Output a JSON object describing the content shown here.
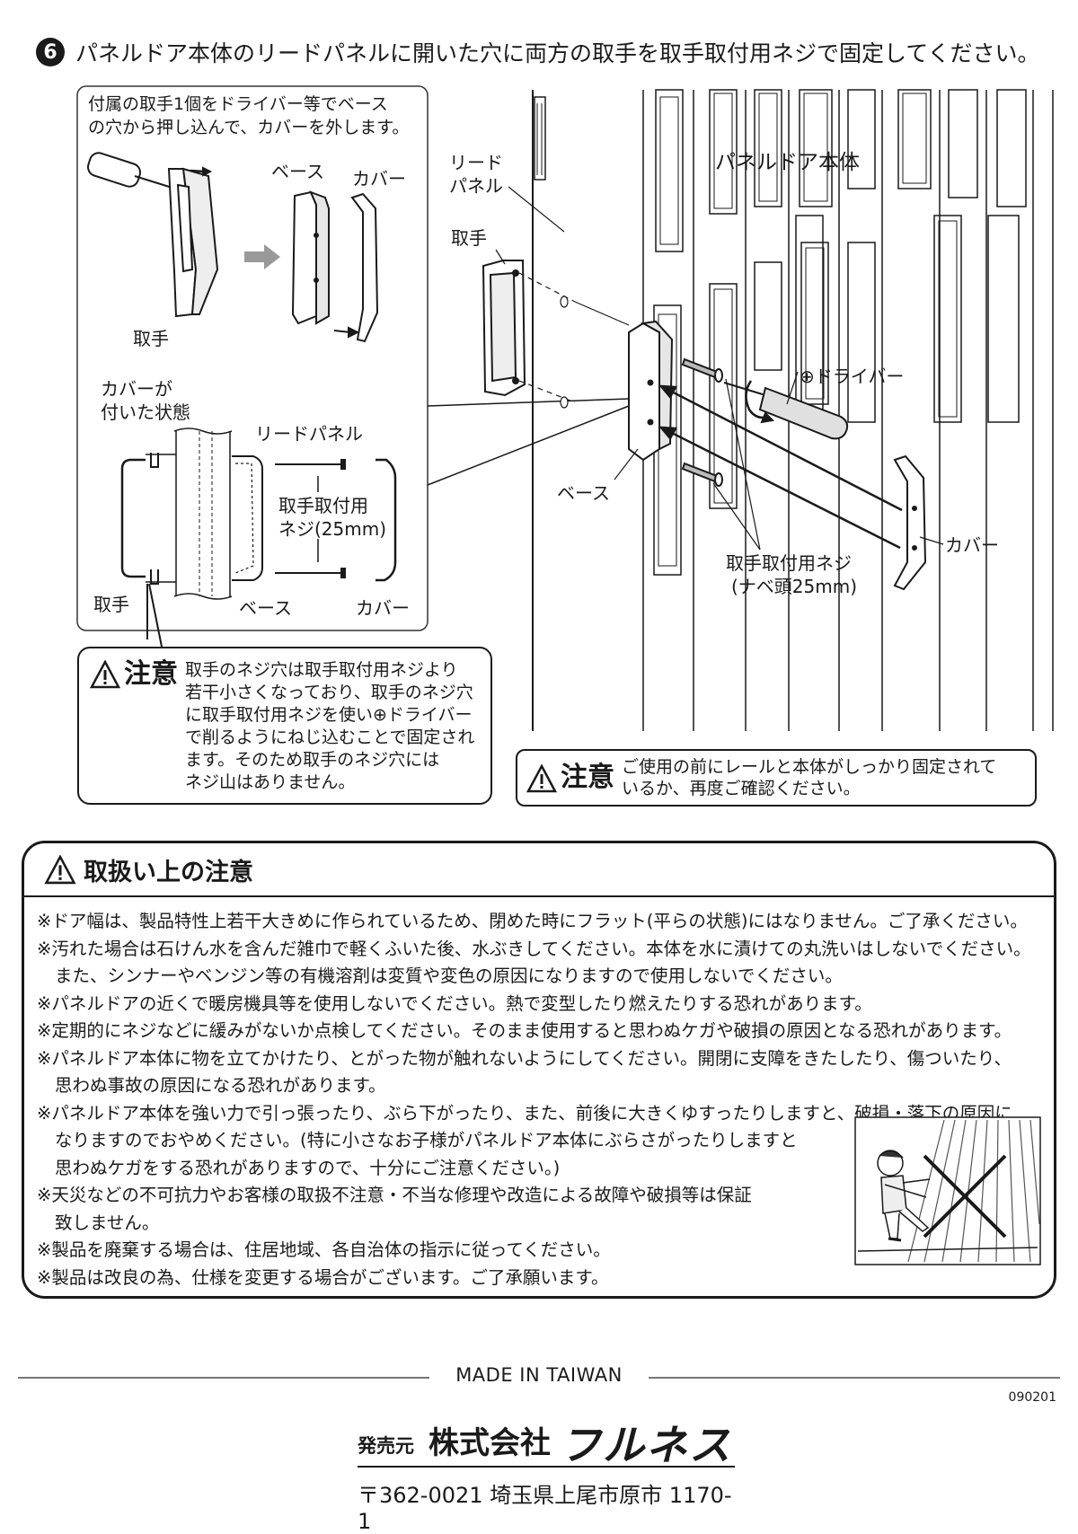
{
  "step": {
    "number": "6",
    "title": "パネルドア本体のリードパネルに開いた穴に両方の取手を取手取付用ネジで固定してください。"
  },
  "inset_top": {
    "line1": "付属の取手1個をドライバー等でベース",
    "line2": "の穴から押し込んで、カバーを外します。",
    "label_base": "ベース",
    "label_cover": "カバー",
    "label_handle": "取手"
  },
  "inset_bottom": {
    "label_covered_line1": "カバーが",
    "label_covered_line2": "付いた状態",
    "label_lead_panel": "リードパネル",
    "label_screw_line1": "取手取付用",
    "label_screw_line2": "ネジ(25mm)",
    "label_handle": "取手",
    "label_base": "ベース",
    "label_cover": "カバー"
  },
  "main_figure": {
    "label_lead_line1": "リード",
    "label_lead_line2": "パネル",
    "label_door_body": "パネルドア本体",
    "label_handle": "取手",
    "label_driver": "⊕ドライバー",
    "label_base": "ベース",
    "label_cover": "カバー",
    "label_screw_line1": "取手取付用ネジ",
    "label_screw_line2": "(ナベ頭25mm)"
  },
  "caution_left": {
    "word": "注意",
    "lines": [
      "取手のネジ穴は取手取付用ネジより",
      "若干小さくなっており、取手のネジ穴",
      "に取手取付用ネジを使い⊕ドライバー",
      "で削るようにねじ込むことで固定され",
      "ます。そのため取手のネジ穴には",
      "ネジ山はありません。"
    ]
  },
  "caution_right": {
    "word": "注意",
    "lines": [
      "ご使用の前にレールと本体がしっかり固定されて",
      "いるか、再度ご確認ください。"
    ]
  },
  "handling": {
    "title": "取扱い上の注意",
    "items": [
      [
        "※ドア幅は、製品特性上若干大きめに作られているため、閉めた時にフラット(平らの状態)にはなりません。ご了承ください。"
      ],
      [
        "※汚れた場合は石けん水を含んだ雑巾で軽くふいた後、水ぶきしてください。本体を水に漬けての丸洗いはしないでください。",
        "また、シンナーやベンジン等の有機溶剤は変質や変色の原因になりますので使用しないでください。"
      ],
      [
        "※パネルドアの近くで暖房機具等を使用しないでください。熱で変型したり燃えたりする恐れがあります。"
      ],
      [
        "※定期的にネジなどに緩みがないか点検してください。そのまま使用すると思わぬケガや破損の原因となる恐れがあります。"
      ],
      [
        "※パネルドア本体に物を立てかけたり、とがった物が触れないようにしてください。開閉に支障をきたしたり、傷ついたり、",
        "思わぬ事故の原因になる恐れがあります。"
      ],
      [
        "※パネルドア本体を強い力で引っ張ったり、ぶら下がったり、また、前後に大きくゆすったりしますと、破損・落下の原因に",
        "なりますのでおやめください。(特に小さなお子様がパネルドア本体にぶらさがったりしますと",
        "思わぬケガをする恐れがありますので、十分にご注意ください。)"
      ],
      [
        "※天災などの不可抗力やお客様の取扱不注意・不当な修理や改造による故障や破損等は保証",
        "致しません。"
      ],
      [
        "※製品を廃棄する場合は、住居地域、各自治体の指示に従ってください。"
      ],
      [
        "※製品は改良の為、仕様を変更する場合がございます。ご了承願います。"
      ]
    ]
  },
  "footer": {
    "made_in": "MADE IN TAIWAN",
    "code": "090201",
    "publisher_label": "発売元",
    "company": "株式会社",
    "brand": "フルネス",
    "address": "〒362-0021 埼玉県上尾市原市 1170-1"
  }
}
